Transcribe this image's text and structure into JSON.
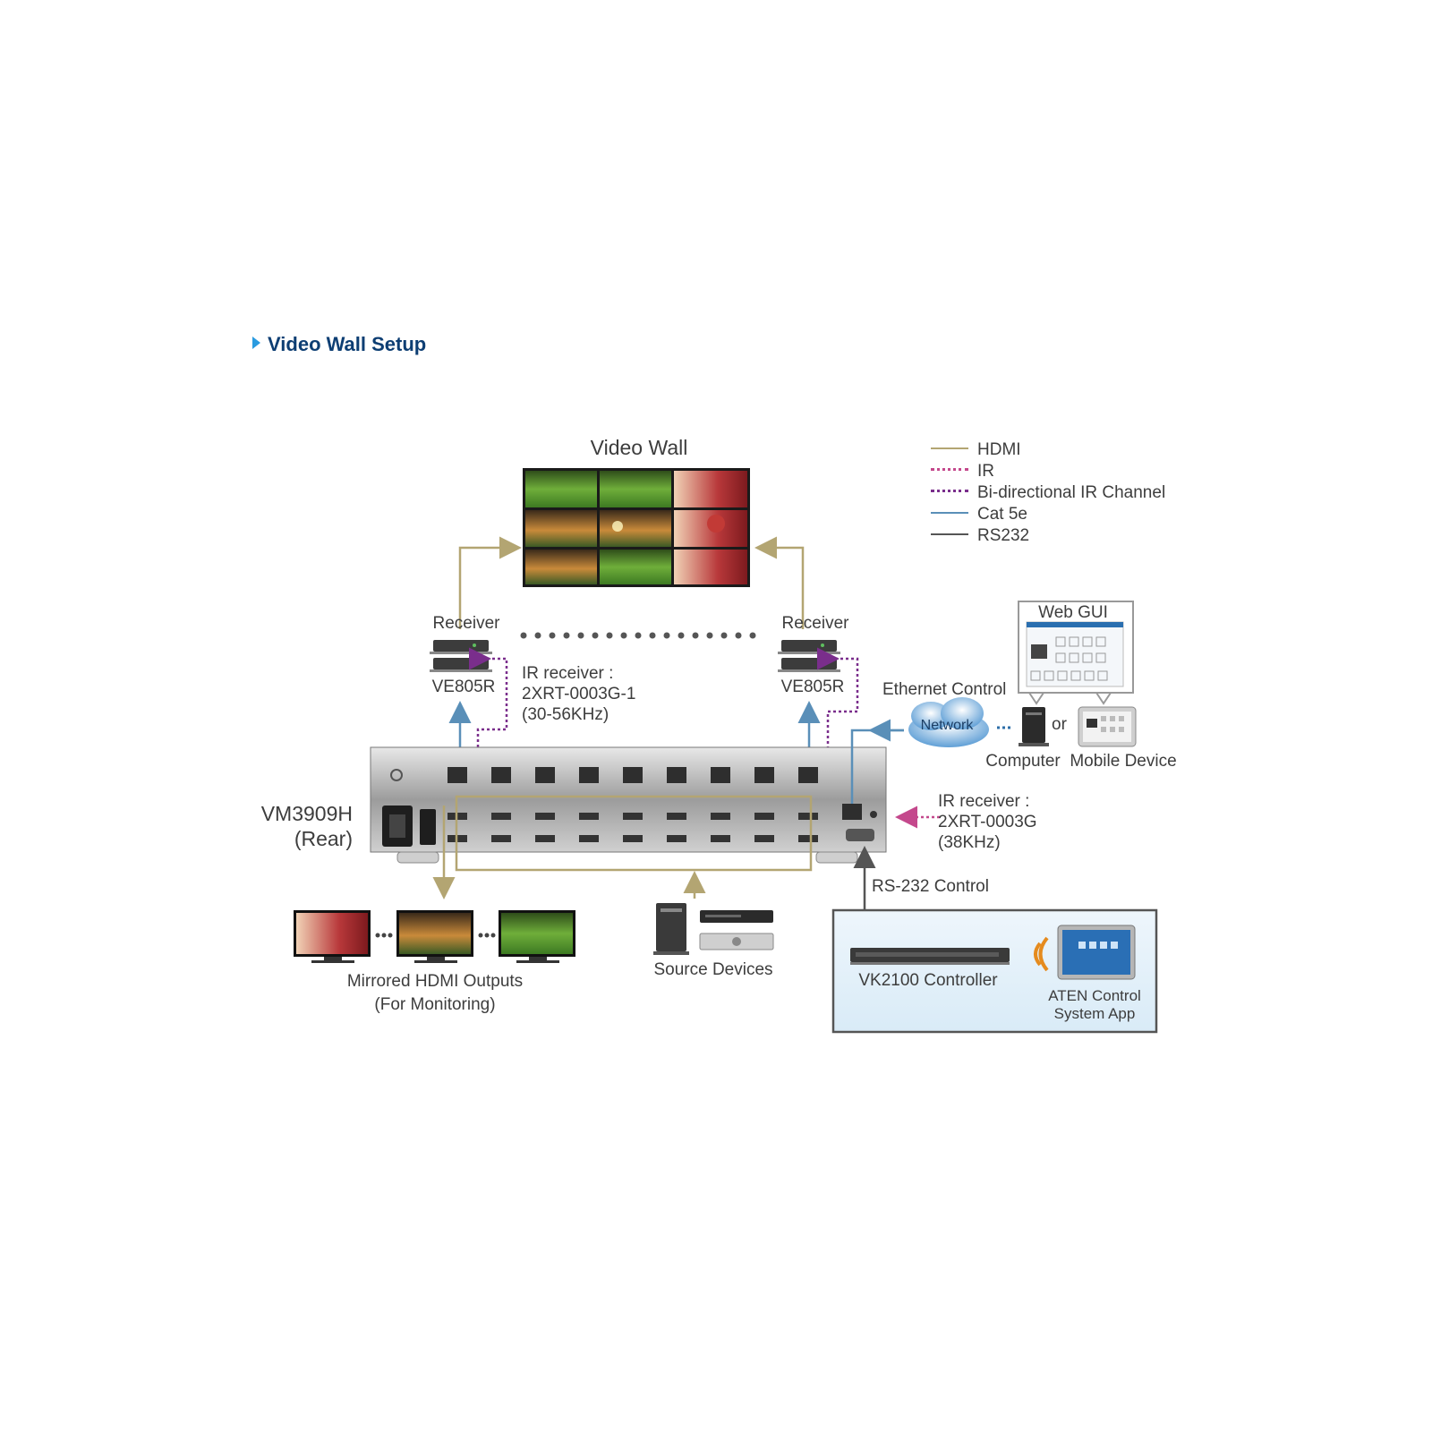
{
  "title": "Video Wall Setup",
  "legend": [
    {
      "label": "HDMI",
      "color": "#b3a572",
      "style": "solid"
    },
    {
      "label": "IR",
      "color": "#c4488c",
      "style": "dotted"
    },
    {
      "label": "Bi-directional IR Channel",
      "color": "#7a2e8c",
      "style": "dotted"
    },
    {
      "label": "Cat 5e",
      "color": "#5a8fb8",
      "style": "solid"
    },
    {
      "label": "RS232",
      "color": "#555555",
      "style": "solid"
    }
  ],
  "labels": {
    "video_wall": "Video Wall",
    "receiver_left": "Receiver",
    "receiver_right": "Receiver",
    "ve805r_left": "VE805R",
    "ve805r_right": "VE805R",
    "ir_receiver_1": [
      "IR receiver :",
      "2XRT-0003G-1",
      "(30-56KHz)"
    ],
    "ir_receiver_2": [
      "IR receiver :",
      "2XRT-0003G",
      "(38KHz)"
    ],
    "vm3909h": [
      "VM3909H",
      "(Rear)"
    ],
    "web_gui": "Web GUI",
    "ethernet_control": "Ethernet Control",
    "network": "Network",
    "or": "or",
    "computer": "Computer",
    "mobile_device": "Mobile Device",
    "rs232_control": "RS-232 Control",
    "mirrored_outputs": [
      "Mirrored HDMI Outputs",
      "(For Monitoring)"
    ],
    "source_devices": "Source Devices",
    "vk2100": "VK2100 Controller",
    "aten_app": [
      "ATEN Control",
      "System App"
    ]
  },
  "colors": {
    "hdmi": "#b3a572",
    "ir": "#c4488c",
    "bidir": "#7a2e8c",
    "cat5e": "#5a8fb8",
    "rs232": "#555555",
    "title": "#0d3e73",
    "accent": "#2a9be0"
  },
  "icons": [
    "video-wall-screens",
    "receiver-box-icon",
    "network-cloud-icon",
    "computer-tower-icon",
    "tablet-icon",
    "monitor-icon",
    "dvd-player-icon",
    "controller-icon",
    "wireless-signal-icon"
  ]
}
